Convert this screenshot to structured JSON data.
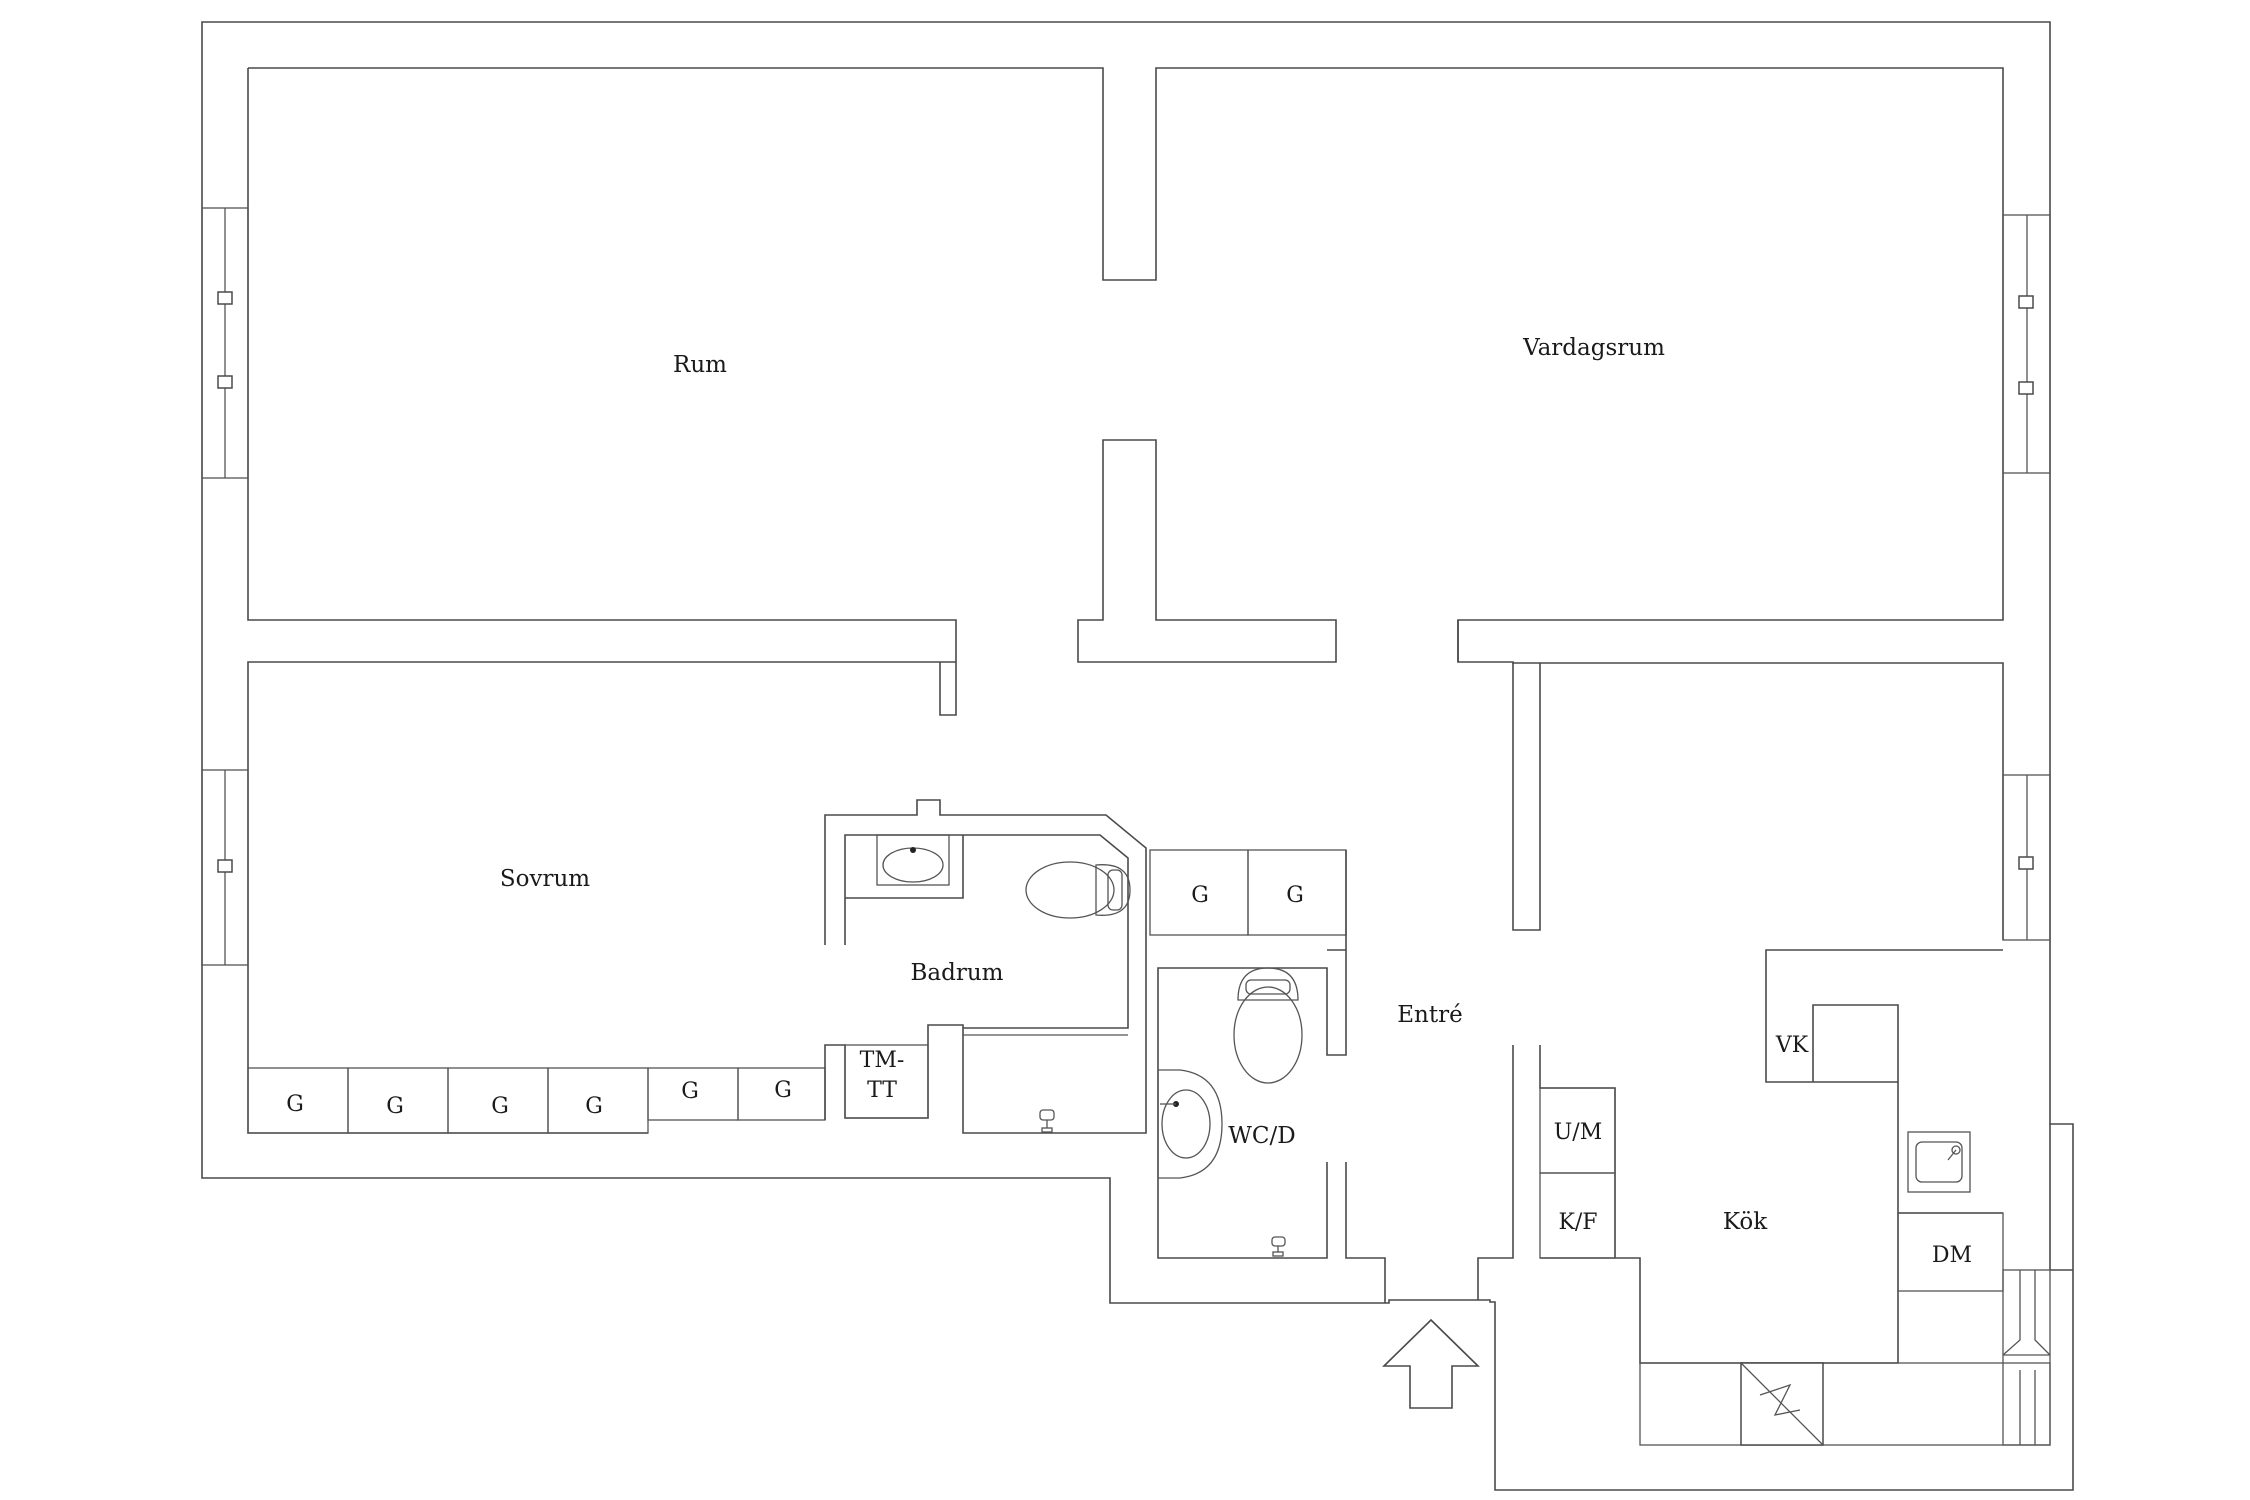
{
  "rooms": {
    "rum": "Rum",
    "vardagsrum": "Vardagsrum",
    "sovrum": "Sovrum",
    "badrum": "Badrum",
    "entre": "Entré",
    "wcd": "WC/D",
    "kok": "Kök"
  },
  "fixtures": {
    "wardrobe": "G",
    "tmtt_line1": "TM-",
    "tmtt_line2": "TT",
    "vk": "VK",
    "um": "U/M",
    "kf": "K/F",
    "dm": "DM"
  },
  "icons": [
    "entrance-arrow-icon",
    "sink-icon",
    "toilet-icon",
    "floor-drain-icon",
    "stove-icon",
    "kitchen-sink-icon",
    "window-icon",
    "balcony-door-icon"
  ],
  "colors": {
    "line": "#4a4a4a",
    "background": "#ffffff",
    "text": "#1a1a1a"
  }
}
